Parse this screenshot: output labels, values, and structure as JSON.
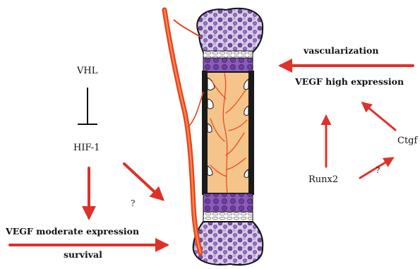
{
  "colors": {
    "arrow": "#e0302a",
    "bone_outline": "#111111",
    "cartilage_purple": "#7a4fa8",
    "cartilage_light": "#c9b8e0",
    "marrow_orange": "#f5c48a",
    "vessel_red": "#e8431c",
    "inhibitor": "#111111"
  },
  "left_pathway": {
    "vhl": "VHL",
    "hif1": "HIF-1",
    "question": "?",
    "vegf_moderate": "VEGF moderate expression",
    "survival": "survival"
  },
  "right_pathway": {
    "vascularization": "vascularization",
    "vegf_high": "VEGF high expression",
    "ctgf": "Ctgf",
    "runx2": "Runx2",
    "question": "?"
  },
  "icons": {
    "bone": "long-bone-growth-plate-icon",
    "blood_vessel": "blood-vessel-icon"
  }
}
